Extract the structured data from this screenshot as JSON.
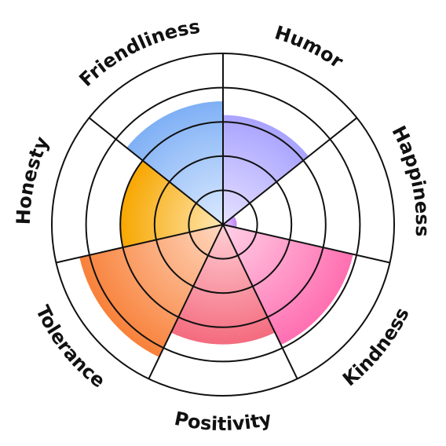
{
  "chart_data": {
    "type": "polar-area",
    "title": "",
    "scale_max": 5,
    "segments": [
      {
        "label": "Humor",
        "value": 3.2,
        "color_outer": "#a9a3ff",
        "color_inner": "#e5e2ff"
      },
      {
        "label": "Happiness",
        "value": 0.4,
        "color_outer": "#c084f5",
        "color_inner": "#e9d6ff"
      },
      {
        "label": "Kindness",
        "value": 3.9,
        "color_outer": "#ff6fb1",
        "color_inner": "#ffd1e7"
      },
      {
        "label": "Positivity",
        "value": 3.5,
        "color_outer": "#f46b7e",
        "color_inner": "#ffd0d6"
      },
      {
        "label": "Tolerance",
        "value": 4.3,
        "color_outer": "#f8813a",
        "color_inner": "#ffd8c0"
      },
      {
        "label": "Honesty",
        "value": 3.0,
        "color_outer": "#f7a700",
        "color_inner": "#ffe7b3"
      },
      {
        "label": "Friendliness",
        "value": 3.6,
        "color_outer": "#7fb0f5",
        "color_inner": "#dbeaff"
      }
    ],
    "grid": true,
    "legend": "none"
  }
}
